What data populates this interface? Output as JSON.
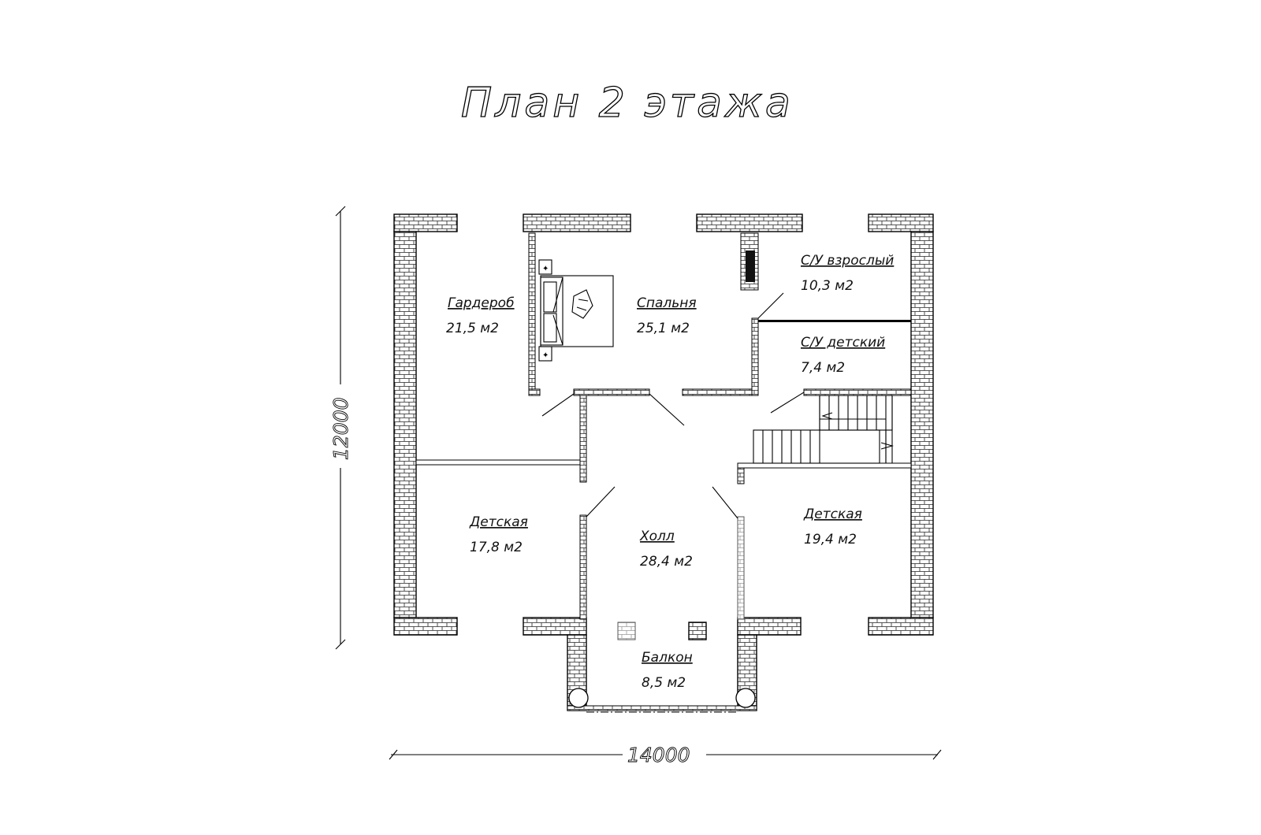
{
  "title": "План 2 этажа",
  "dimensions": {
    "width": "14000",
    "height": "12000"
  },
  "rooms": {
    "garderob": {
      "name": "Гардероб",
      "area": "21,5 м2"
    },
    "spalnya": {
      "name": "Спальня",
      "area": "25,1 м2"
    },
    "su_adult": {
      "name": "С/У взрослый",
      "area": "10,3 м2"
    },
    "su_child": {
      "name": "С/У детский",
      "area": "7,4 м2"
    },
    "detskaya_l": {
      "name": "Детская",
      "area": "17,8 м2"
    },
    "detskaya_r": {
      "name": "Детская",
      "area": "19,4 м2"
    },
    "holl": {
      "name": "Холл",
      "area": "28,4 м2"
    },
    "balkon": {
      "name": "Балкон",
      "area": "8,5 м2"
    }
  }
}
